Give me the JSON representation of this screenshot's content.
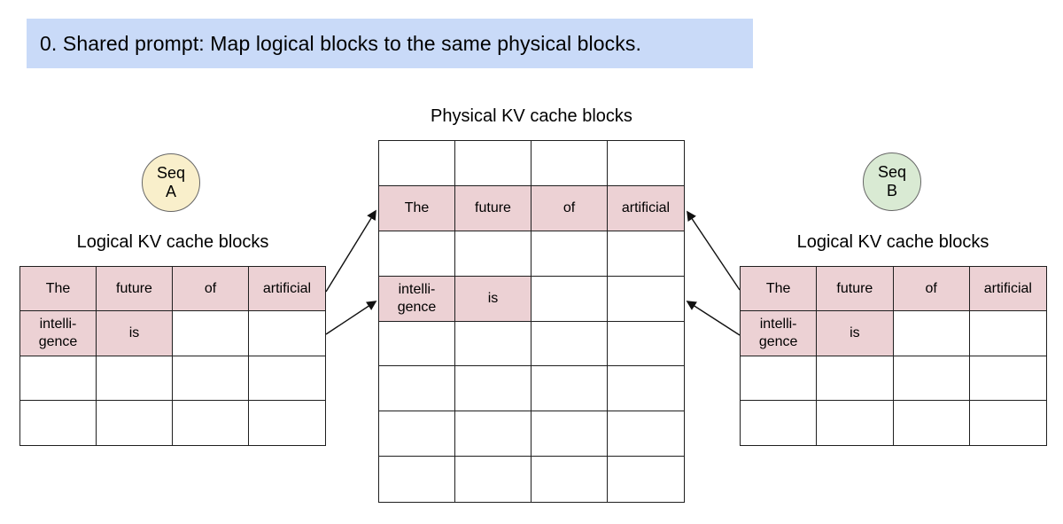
{
  "banner": {
    "text": "0. Shared prompt: Map logical blocks to the same physical blocks."
  },
  "colors": {
    "banner_bg": "#c9daf8",
    "highlight": "#ecd1d4",
    "seq_a_fill": "#f9efcb",
    "seq_b_fill": "#d9ead3",
    "table_border": "#1f1f1f"
  },
  "seq_a": {
    "label": "Seq\nA"
  },
  "seq_b": {
    "label": "Seq\nB"
  },
  "physical_table": {
    "title": "Physical KV cache blocks",
    "rows": [
      [
        {
          "t": "",
          "h": 0
        },
        {
          "t": "",
          "h": 0
        },
        {
          "t": "",
          "h": 0
        },
        {
          "t": "",
          "h": 0
        }
      ],
      [
        {
          "t": "The",
          "h": 1
        },
        {
          "t": "future",
          "h": 1
        },
        {
          "t": "of",
          "h": 1
        },
        {
          "t": "artificial",
          "h": 1
        }
      ],
      [
        {
          "t": "",
          "h": 0
        },
        {
          "t": "",
          "h": 0
        },
        {
          "t": "",
          "h": 0
        },
        {
          "t": "",
          "h": 0
        }
      ],
      [
        {
          "t": "intelli-\ngence",
          "h": 1
        },
        {
          "t": "is",
          "h": 1
        },
        {
          "t": "",
          "h": 0
        },
        {
          "t": "",
          "h": 0
        }
      ],
      [
        {
          "t": "",
          "h": 0
        },
        {
          "t": "",
          "h": 0
        },
        {
          "t": "",
          "h": 0
        },
        {
          "t": "",
          "h": 0
        }
      ],
      [
        {
          "t": "",
          "h": 0
        },
        {
          "t": "",
          "h": 0
        },
        {
          "t": "",
          "h": 0
        },
        {
          "t": "",
          "h": 0
        }
      ],
      [
        {
          "t": "",
          "h": 0
        },
        {
          "t": "",
          "h": 0
        },
        {
          "t": "",
          "h": 0
        },
        {
          "t": "",
          "h": 0
        }
      ],
      [
        {
          "t": "",
          "h": 0
        },
        {
          "t": "",
          "h": 0
        },
        {
          "t": "",
          "h": 0
        },
        {
          "t": "",
          "h": 0
        }
      ]
    ]
  },
  "left_logical_table": {
    "title": "Logical KV cache blocks",
    "rows": [
      [
        {
          "t": "The",
          "h": 1
        },
        {
          "t": "future",
          "h": 1
        },
        {
          "t": "of",
          "h": 1
        },
        {
          "t": "artificial",
          "h": 1
        }
      ],
      [
        {
          "t": "intelli-\ngence",
          "h": 1
        },
        {
          "t": "is",
          "h": 1
        },
        {
          "t": "",
          "h": 0
        },
        {
          "t": "",
          "h": 0
        }
      ],
      [
        {
          "t": "",
          "h": 0
        },
        {
          "t": "",
          "h": 0
        },
        {
          "t": "",
          "h": 0
        },
        {
          "t": "",
          "h": 0
        }
      ],
      [
        {
          "t": "",
          "h": 0
        },
        {
          "t": "",
          "h": 0
        },
        {
          "t": "",
          "h": 0
        },
        {
          "t": "",
          "h": 0
        }
      ]
    ]
  },
  "right_logical_table": {
    "title": "Logical KV cache blocks",
    "rows": [
      [
        {
          "t": "The",
          "h": 1
        },
        {
          "t": "future",
          "h": 1
        },
        {
          "t": "of",
          "h": 1
        },
        {
          "t": "artificial",
          "h": 1
        }
      ],
      [
        {
          "t": "intelli-\ngence",
          "h": 1
        },
        {
          "t": "is",
          "h": 1
        },
        {
          "t": "",
          "h": 0
        },
        {
          "t": "",
          "h": 0
        }
      ],
      [
        {
          "t": "",
          "h": 0
        },
        {
          "t": "",
          "h": 0
        },
        {
          "t": "",
          "h": 0
        },
        {
          "t": "",
          "h": 0
        }
      ],
      [
        {
          "t": "",
          "h": 0
        },
        {
          "t": "",
          "h": 0
        },
        {
          "t": "",
          "h": 0
        },
        {
          "t": "",
          "h": 0
        }
      ]
    ]
  }
}
